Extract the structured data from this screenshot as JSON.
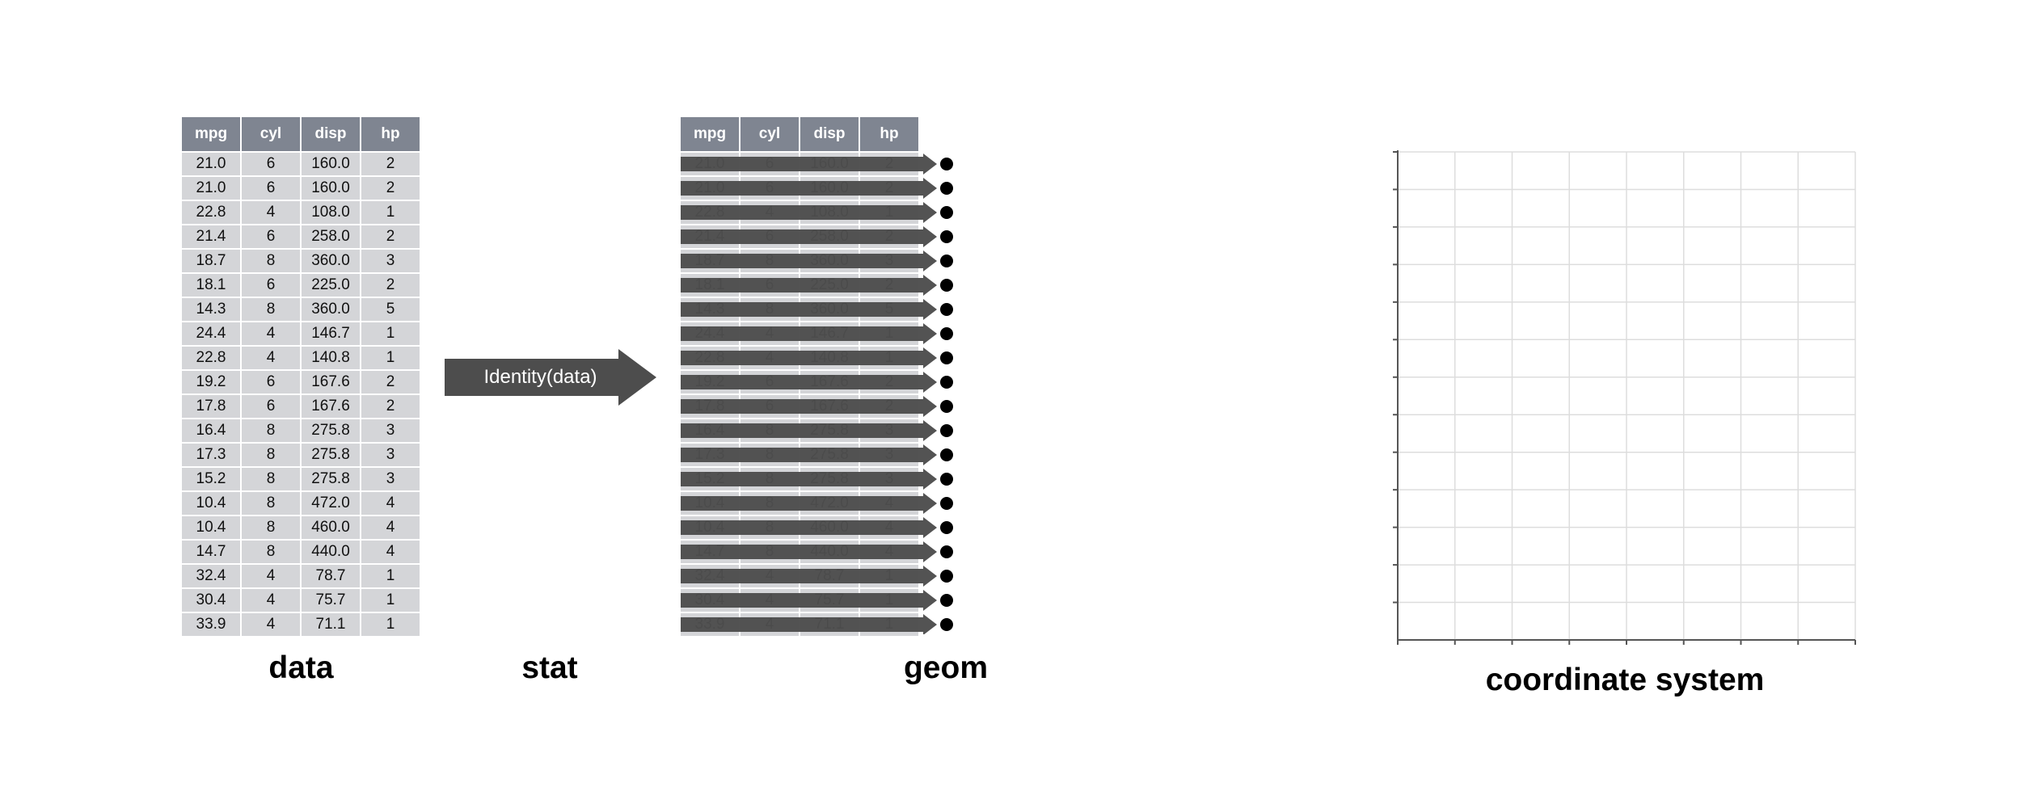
{
  "columns": [
    "mpg",
    "cyl",
    "disp",
    "hp"
  ],
  "rows": [
    [
      "21.0",
      "6",
      "160.0",
      "2"
    ],
    [
      "21.0",
      "6",
      "160.0",
      "2"
    ],
    [
      "22.8",
      "4",
      "108.0",
      "1"
    ],
    [
      "21.4",
      "6",
      "258.0",
      "2"
    ],
    [
      "18.7",
      "8",
      "360.0",
      "3"
    ],
    [
      "18.1",
      "6",
      "225.0",
      "2"
    ],
    [
      "14.3",
      "8",
      "360.0",
      "5"
    ],
    [
      "24.4",
      "4",
      "146.7",
      "1"
    ],
    [
      "22.8",
      "4",
      "140.8",
      "1"
    ],
    [
      "19.2",
      "6",
      "167.6",
      "2"
    ],
    [
      "17.8",
      "6",
      "167.6",
      "2"
    ],
    [
      "16.4",
      "8",
      "275.8",
      "3"
    ],
    [
      "17.3",
      "8",
      "275.8",
      "3"
    ],
    [
      "15.2",
      "8",
      "275.8",
      "3"
    ],
    [
      "10.4",
      "8",
      "472.0",
      "4"
    ],
    [
      "10.4",
      "8",
      "460.0",
      "4"
    ],
    [
      "14.7",
      "8",
      "440.0",
      "4"
    ],
    [
      "32.4",
      "4",
      "78.7",
      "1"
    ],
    [
      "30.4",
      "4",
      "75.7",
      "1"
    ],
    [
      "33.9",
      "4",
      "71.1",
      "1"
    ]
  ],
  "labels": {
    "data": "data",
    "stat": "stat",
    "geom": "geom",
    "coord": "coordinate system",
    "stat_function": "Identity(data)"
  },
  "colors": {
    "header_fill": "#7f8591",
    "cell_fill": "#d4d5d8",
    "arrow_fill": "#4d4d4d",
    "point_fill": "#000000",
    "grid_line": "#dddddd",
    "axis_line": "#555555"
  }
}
